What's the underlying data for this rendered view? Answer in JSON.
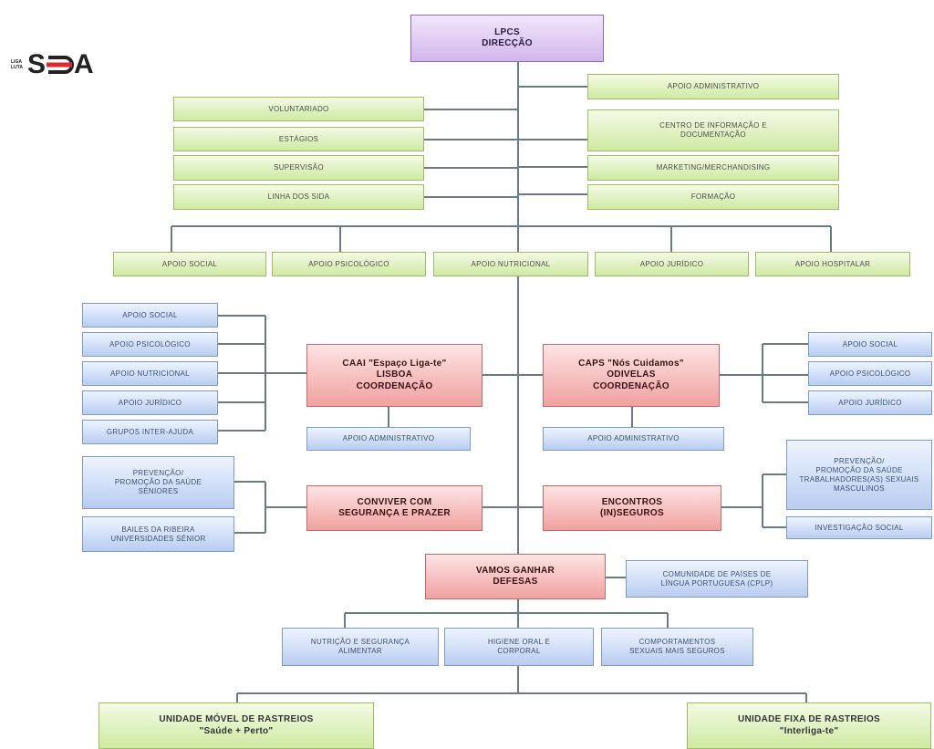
{
  "logo": {
    "small_top": "LIGA",
    "small_bottom": "LUTA",
    "left": "S",
    "right": "A"
  },
  "colors": {
    "purple": "#d3b6ec",
    "green": "#cfe9a2",
    "blue": "#b9cdf0",
    "red": "#f1a1a1",
    "line": "#6b7b86",
    "logo_red": "#e0262f"
  },
  "boxes": {
    "direccao": "LPCS\nDIRECÇÃO",
    "voluntariado": "VOLUNTARIADO",
    "estagios": "ESTÁGIOS",
    "supervisao": "SUPERVISÃO",
    "linha_sida": "LINHA DOS SIDA",
    "apoio_adm": "APOIO ADMINISTRATIVO",
    "cid": "CENTRO DE INFORMAÇÃO E\nDOCUMENTAÇÃO",
    "marketing": "MARKETING/MERCHANDISING",
    "formacao": "FORMAÇÃO",
    "r_social": "APOIO SOCIAL",
    "r_psico": "APOIO PSICOLÓGICO",
    "r_nutri": "APOIO NUTRICIONAL",
    "r_juri": "APOIO JURÍDICO",
    "r_hosp": "APOIO HOSPITALAR",
    "l_social": "APOIO SOCIAL",
    "l_psico": "APOIO PSICOLÓGICO",
    "l_nutri": "APOIO NUTRICIONAL",
    "l_juri": "APOIO JURÍDICO",
    "l_grupos": "GRUPOS INTER-AJUDA",
    "caai": "CAAI \"Espaço Liga-te\"\nLISBOA\nCOORDENAÇÃO",
    "caps": "CAPS \"Nós Cuidamos\"\nODIVELAS\nCOORDENAÇÃO",
    "caai_adm": "APOIO ADMINISTRATIVO",
    "caps_adm": "APOIO ADMINISTRATIVO",
    "rr_social": "APOIO SOCIAL",
    "rr_psico": "APOIO PSICOLÓGICO",
    "rr_juri": "APOIO JURÍDICO",
    "prev_senior": "PREVENÇÃO/\nPROMOÇÃO DA SAÚDE\nSÉNIORES",
    "bailes": "BAILES DA RIBEIRA\nUNIVERSIDADES SÉNIOR",
    "conviver": "CONVIVER COM\nSEGURANÇA E PRAZER",
    "encontros": "ENCONTROS\n(IN)SEGUROS",
    "prev_trab": "PREVENÇÃO/\nPROMOÇÃO DA SAÚDE\nTRABALHADORES(AS) SEXUAIS\nMASCULINOS",
    "investigacao": "INVESTIGAÇÃO SOCIAL",
    "vamos": "VAMOS GANHAR\nDEFESAS",
    "cplp": "COMUNIDADE DE PAÍSES DE\nLÍNGUA PORTUGUESA (CPLP)",
    "nutricao_seg": "NUTRIÇÃO E SEGURANÇA\nALIMENTAR",
    "higiene": "HIGIENE ORAL E\nCORPORAL",
    "comport": "COMPORTAMENTOS\nSEXUAIS MAIS SEGUROS",
    "movel": "UNIDADE MÓVEL DE RASTREIOS\n\"Saúde + Perto\"",
    "fixa": "UNIDADE FIXA DE RASTREIOS\n\"Interliga-te\""
  }
}
